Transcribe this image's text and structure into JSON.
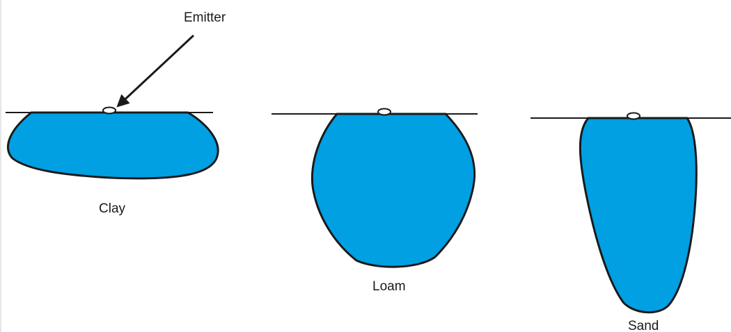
{
  "colors": {
    "water": "#00a0e3",
    "outline": "#1a1a1a",
    "background": "#ffffff"
  },
  "annotation": {
    "emitter_label": "Emitter"
  },
  "soils": [
    {
      "name": "Clay"
    },
    {
      "name": "Loam"
    },
    {
      "name": "Sand"
    }
  ]
}
